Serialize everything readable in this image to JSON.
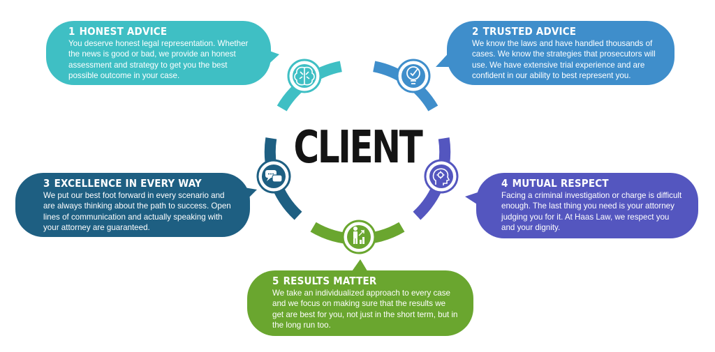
{
  "center": {
    "title": "CLIENT"
  },
  "colors": {
    "honest": "#3fbfc4",
    "trusted": "#3f8ecb",
    "excellence": "#1e5f82",
    "respect": "#5456bf",
    "results": "#6aa62f"
  },
  "items": [
    {
      "number": "1",
      "title": "HONEST ADVICE",
      "text": "You deserve honest legal representation. Whether the news is good or bad, we provide an honest assessment and strategy to get you the best possible outcome in your case.",
      "icon": "brain-icon"
    },
    {
      "number": "2",
      "title": "TRUSTED ADVICE",
      "text": "We know the laws and have handled thousands of cases. We know the strategies that prosecutors will use. We have extensive trial experience and are confident in our ability to best represent you.",
      "icon": "lightbulb-check-icon"
    },
    {
      "number": "3",
      "title": "EXCELLENCE IN EVERY WAY",
      "text": "We put our best foot forward in every scenario and are always thinking about the path to success. Open lines of communication and actually speaking with your attorney are guaranteed.",
      "icon": "chat-bubbles-icon"
    },
    {
      "number": "4",
      "title": "MUTUAL RESPECT",
      "text": "Facing a criminal investigation or charge is difficult enough. The last thing you need is your attorney judging you for it. At Haas Law, we respect you and your dignity.",
      "icon": "head-gear-icon"
    },
    {
      "number": "5",
      "title": "RESULTS MATTER",
      "text": "We take an individualized approach to every case and we focus on making sure that the results we get are best for you, not just in the short term, but in the long run too.",
      "icon": "growth-person-icon"
    }
  ]
}
